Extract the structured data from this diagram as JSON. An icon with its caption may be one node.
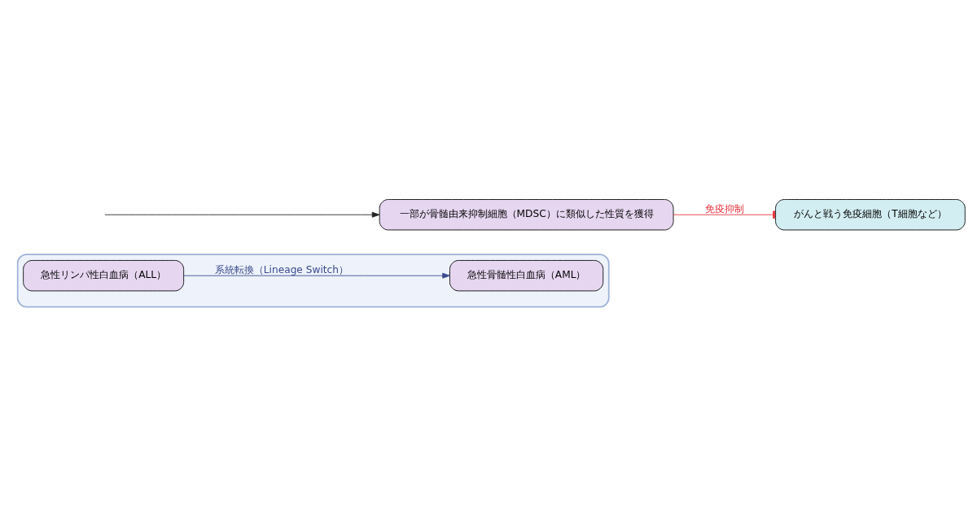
{
  "diagram": {
    "nodes": [
      {
        "text": [],
        "shape": "box"
      },
      {
        "text": [
          "急性リンパ性白血病（ALL）"
        ],
        "in": 0
      },
      {
        "text": [
          "急性骨髄性白血病（AML）"
        ],
        "in": 0
      },
      {
        "text": [
          "がんと戦う免疫細胞（T細胞など）"
        ]
      },
      {
        "text": [
          "一部が骨髄由来抑制細胞（MDSC）に類似した性質を獲得"
        ]
      }
    ],
    "edges": [
      {
        "from": 1,
        "to": 2,
        "arrow": "to",
        "label": "系統転換（Lineage Switch）",
        "color": "#3b4a8c"
      },
      {
        "from": 4,
        "to": 3,
        "arrow": "other",
        "label": "免疫抑制",
        "color": "#e8303a"
      },
      {
        "from": null,
        "to": 4,
        "arrow": "to",
        "color": "#222222"
      }
    ]
  }
}
